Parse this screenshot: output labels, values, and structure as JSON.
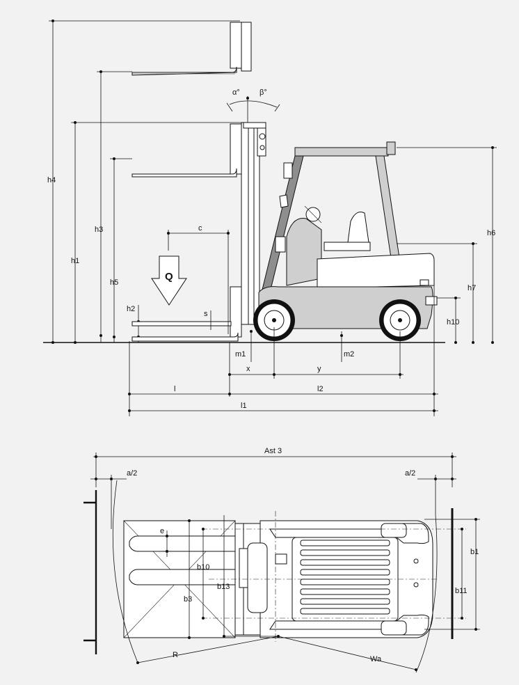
{
  "side_view": {
    "labels": {
      "h4": "h4",
      "h3": "h3",
      "h1": "h1",
      "h5": "h5",
      "h2": "h2",
      "h6": "h6",
      "h7": "h7",
      "h10": "h10",
      "c": "c",
      "Q": "Q",
      "s": "s",
      "alpha": "α°",
      "beta": "β°",
      "m1": "m1",
      "m2": "m2",
      "x": "x",
      "y": "y",
      "l": "l",
      "l2": "l2",
      "l1": "l1"
    }
  },
  "top_view": {
    "labels": {
      "ast3": "Ast 3",
      "a2_left": "a/2",
      "a2_right": "a/2",
      "e": "e",
      "b10": "b10",
      "b13": "b13",
      "b3": "b3",
      "b1": "b1",
      "b11": "b11",
      "R": "R",
      "Wa": "Wa"
    }
  }
}
